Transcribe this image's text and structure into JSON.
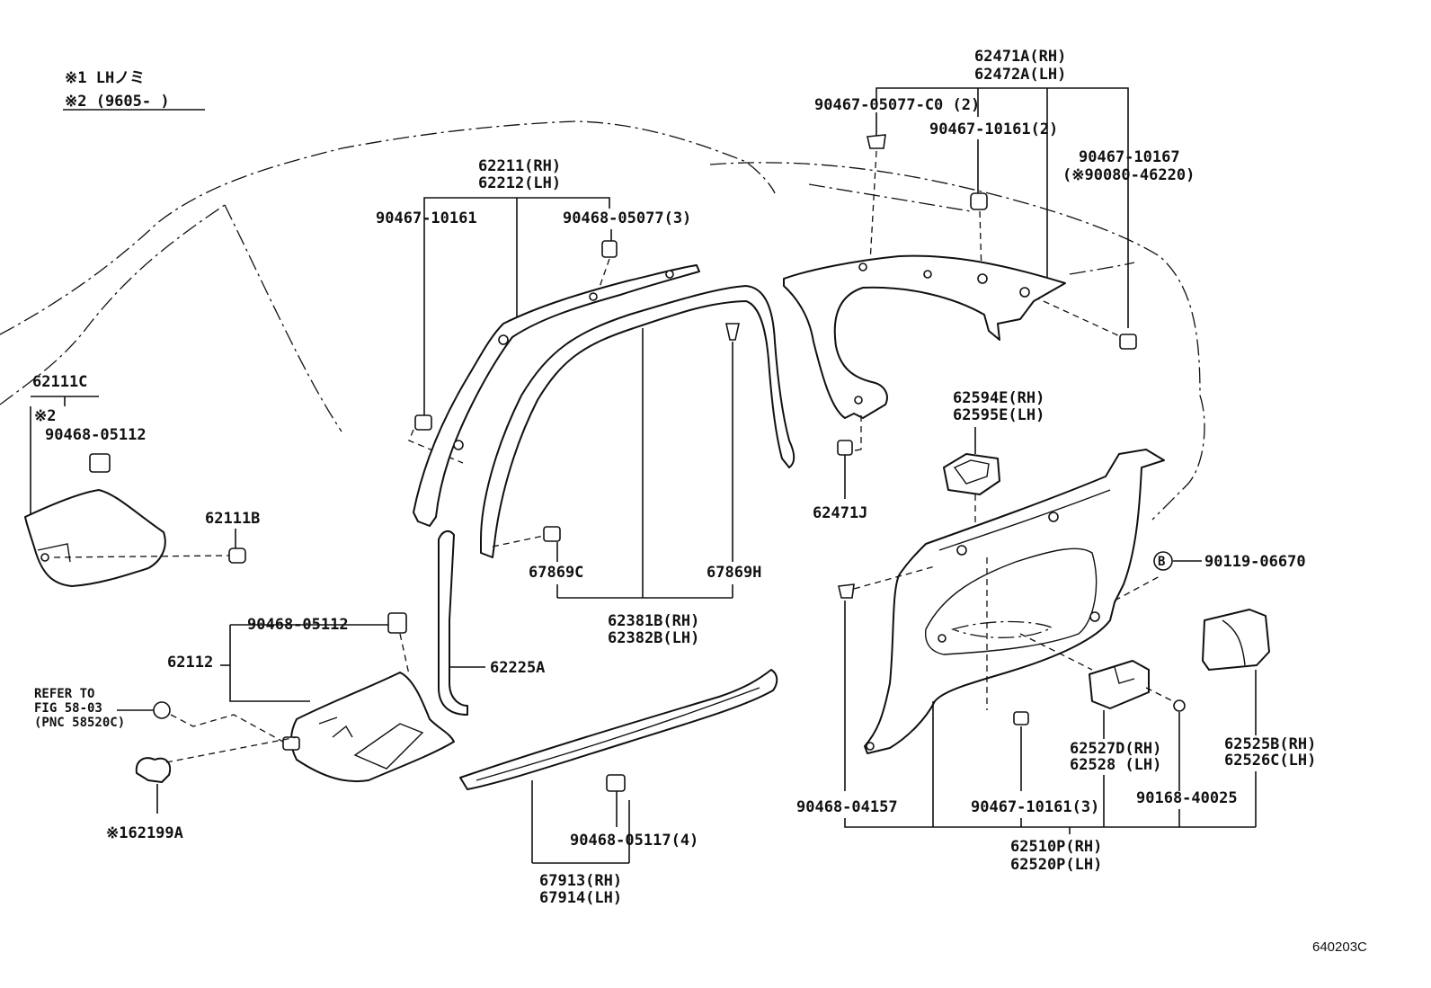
{
  "notes": {
    "note1": "※1 LHノミ",
    "note2": "※2 (9605-      )"
  },
  "labels": {
    "p62111C": "62111C",
    "p62111C_note": "※2",
    "p90468_05112_a": "90468-05112",
    "p62111B": "62111B",
    "p62112": "62112",
    "p90468_05112_b": "90468-05112",
    "refer_line1": "REFER TO",
    "refer_line2": "FIG 58-03",
    "refer_line3": "(PNC 58520C)",
    "p62199A": "※162199A",
    "p62211": "62211(RH)",
    "p62212": "62212(LH)",
    "p90467_10161": "90467-10161",
    "p90468_05077": "90468-05077(3)",
    "p62225A": "62225A",
    "p67869C": "67869C",
    "p67869H": "67869H",
    "p62381B": "62381B(RH)",
    "p62382B": "62382B(LH)",
    "p67913": "67913(RH)",
    "p67914": "67914(LH)",
    "p90468_05117": "90468-05117(4)",
    "p62471A": "62471A(RH)",
    "p62472A": "62472A(LH)",
    "p90467_05077": "90467-05077-C0 (2)",
    "p90467_10161_2": "90467-10161(2)",
    "p90467_10167": "90467-10167",
    "p90080_46220": "(※90080-46220)",
    "p62471J": "62471J",
    "p62594E": "62594E(RH)",
    "p62595E": "62595E(LH)",
    "p90119_06670": "90119-06670",
    "b_marker": "B",
    "p90468_04157": "90468-04157",
    "p90467_10161_3": "90467-10161(3)",
    "p62527D": "62527D(RH)",
    "p62528": "62528  (LH)",
    "p90168_40025": "90168-40025",
    "p62525B": "62525B(RH)",
    "p62526C": "62526C(LH)",
    "p62510P": "62510P(RH)",
    "p62520P": "62520P(LH)"
  },
  "figure_code": "640203C"
}
